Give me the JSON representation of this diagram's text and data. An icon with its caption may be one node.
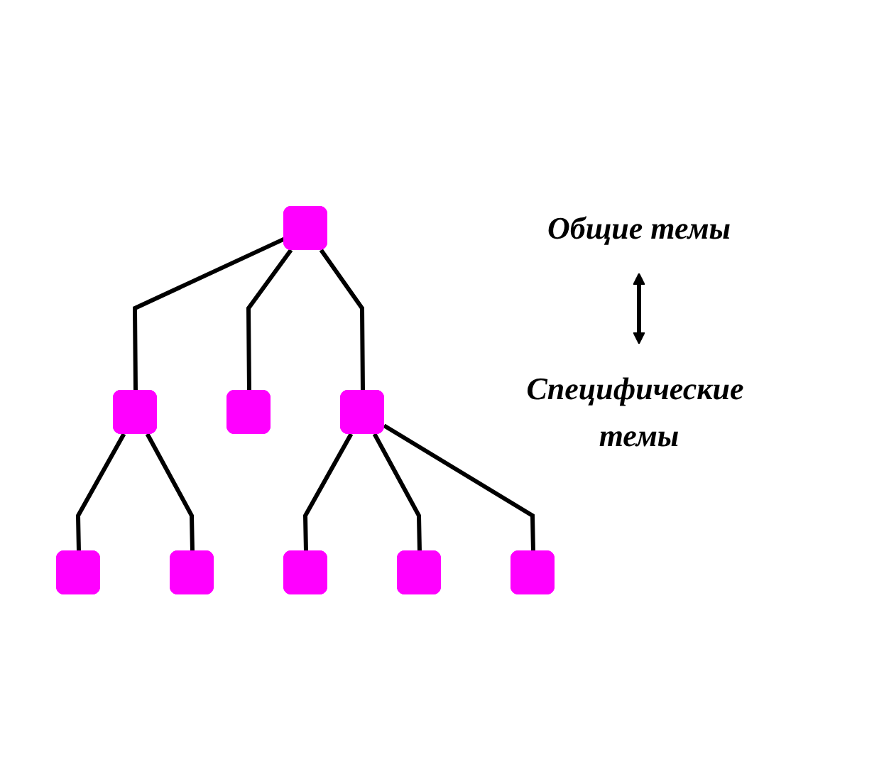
{
  "diagram": {
    "nodes": [
      {
        "text": [],
        "shape": "box"
      },
      {
        "text": [],
        "shape": "box"
      },
      {
        "text": [],
        "shape": "box"
      },
      {
        "text": [],
        "shape": "box"
      },
      {
        "text": [],
        "shape": "box"
      },
      {
        "text": [],
        "shape": "box"
      },
      {
        "text": [],
        "shape": "box"
      },
      {
        "text": [],
        "shape": "box"
      },
      {
        "text": [],
        "shape": "box"
      },
      {
        "text": [
          "Общие темы"
        ]
      },
      {
        "text": [
          "Специфические темы"
        ]
      }
    ],
    "edges": [
      {
        "from": 0,
        "to": 1,
        "arrow": "none"
      },
      {
        "from": 0,
        "to": 2,
        "arrow": "none"
      },
      {
        "from": 0,
        "to": 3,
        "arrow": "none"
      },
      {
        "from": 1,
        "to": 4,
        "arrow": "none"
      },
      {
        "from": 1,
        "to": 5,
        "arrow": "none"
      },
      {
        "from": 3,
        "to": 6,
        "arrow": "none"
      },
      {
        "from": 3,
        "to": 7,
        "arrow": "none"
      },
      {
        "from": 3,
        "to": 8,
        "arrow": "none"
      },
      {
        "from": 9,
        "to": 10,
        "arrow": "both"
      }
    ]
  }
}
